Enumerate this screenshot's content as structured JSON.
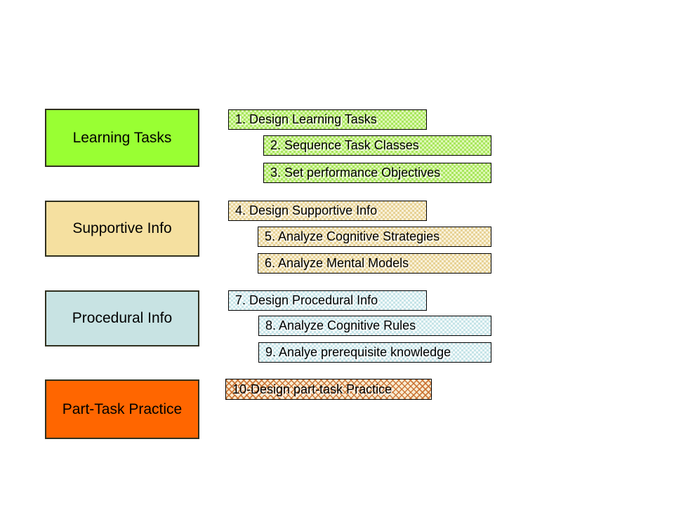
{
  "diagram": {
    "description": "Ten steps to complex learning (4C/ID) design model",
    "colors": {
      "learning_tasks_fill": "#99ff33",
      "supportive_info_fill": "#f5e0a0",
      "procedural_info_fill": "#c8e3e3",
      "part_task_practice_fill": "#ff6600",
      "box_border": "#000000",
      "text": "#000000",
      "background": "#ffffff"
    },
    "categories": [
      {
        "label": "Learning Tasks"
      },
      {
        "label": "Supportive Info"
      },
      {
        "label": "Procedural Info"
      },
      {
        "label": "Part-Task Practice"
      }
    ],
    "steps": [
      {
        "label": "1. Design Learning Tasks"
      },
      {
        "label": "2. Sequence Task Classes"
      },
      {
        "label": "3. Set performance Objectives"
      },
      {
        "label": "4. Design Supportive Info"
      },
      {
        "label": "5. Analyze Cognitive Strategies"
      },
      {
        "label": "6. Analyze Mental Models"
      },
      {
        "label": "7. Design Procedural Info"
      },
      {
        "label": "8. Analyze Cognitive Rules"
      },
      {
        "label": "9. Analye prerequisite knowledge"
      },
      {
        "label": "10-Design part-task Practice"
      }
    ]
  }
}
